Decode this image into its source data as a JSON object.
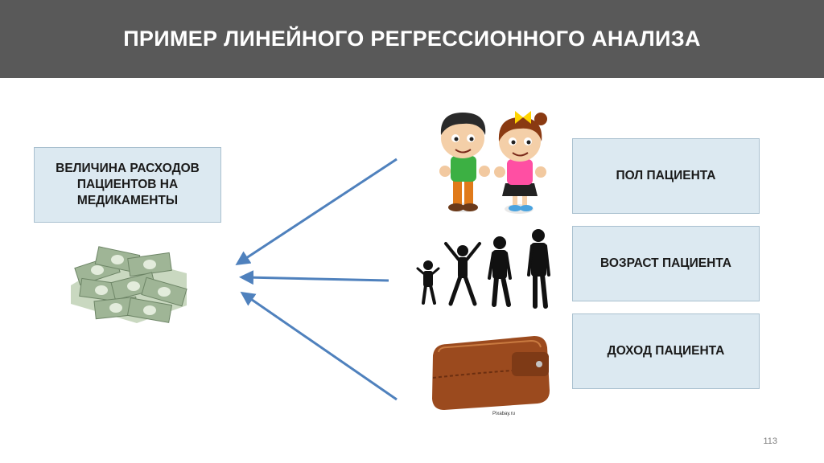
{
  "slide": {
    "title": "ПРИМЕР ЛИНЕЙНОГО РЕГРЕССИОННОГО АНАЛИЗА",
    "page_number": "113"
  },
  "target": {
    "label": "ВЕЛИЧИНА РАСХОДОВ\nПАЦИЕНТОВ НА\nМЕДИКАМЕНТЫ",
    "image": "money-stack-icon"
  },
  "factors": [
    {
      "label": "ПОЛ ПАЦИЕНТА",
      "image": "boy-girl-icon"
    },
    {
      "label": "ВОЗРАСТ ПАЦИЕНТА",
      "image": "people-silhouettes-icon"
    },
    {
      "label": "ДОХОД ПАЦИЕНТА",
      "image": "wallet-icon"
    }
  ],
  "image_credit": "Pixabay.ru",
  "colors": {
    "title_bar": "#595959",
    "box_fill": "#dce9f1",
    "arrow": "#4f81bd"
  }
}
